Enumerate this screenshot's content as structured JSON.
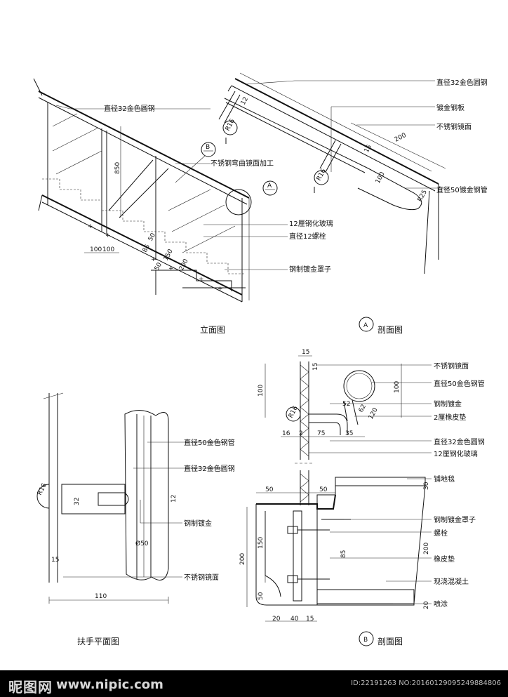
{
  "elevation": {
    "title": "立面图",
    "labels": {
      "rod32": "直径32金色圆钢",
      "mirror_bend": "不锈钢弯曲镜面加工",
      "glass12": "12厘钢化玻璃",
      "bolt12": "直径12螺栓",
      "cover": "钢制镀金罩子"
    },
    "callout_b": "B",
    "callout_a": "A",
    "dims": {
      "h850": "850",
      "d100a": "100",
      "d100b": "100",
      "d85": "85",
      "d50a": "50",
      "d150": "150",
      "d200": "200",
      "d50b": "50"
    }
  },
  "section_a": {
    "title": "剖面图",
    "marker": "A",
    "labels": {
      "rod32": "直径32金色圆钢",
      "plate": "镀金钢板",
      "mirror": "不锈钢镜面",
      "pipe50": "直径50镀金钢管"
    },
    "dims": {
      "d12": "12",
      "r16a": "R16",
      "r16b": "R16",
      "d200": "200",
      "d15": "15",
      "d100": "100",
      "r25": "R25"
    }
  },
  "plan": {
    "title": "扶手平面图",
    "labels": {
      "pipe50": "直径50金色钢管",
      "rod32": "直径32金色圆钢",
      "gilt": "钢制镀金",
      "mirror": "不锈钢镜面"
    },
    "dims": {
      "r16": "R16",
      "d32": "32",
      "d12": "12",
      "phi50": "Ø50",
      "d15": "15",
      "d110": "110"
    }
  },
  "section_b": {
    "title": "剖面图",
    "marker": "B",
    "labels": {
      "mirror": "不锈钢镜面",
      "pipe50": "直径50金色钢管",
      "gilt": "钢制镀金",
      "rubber2": "2厘橡皮垫",
      "rod32": "直径32金色圆钢",
      "glass12": "12厘钢化玻璃",
      "carpet": "铺地毯",
      "cover": "钢制镀金罩子",
      "bolt": "螺栓",
      "rubber": "橡皮垫",
      "concrete": "现浇混凝土",
      "spray": "喷涂"
    },
    "dims": {
      "t15a": "15",
      "t15b": "15",
      "v100a": "100",
      "v100b": "100",
      "r16": "R16",
      "d52": "52",
      "d62": "62",
      "d120": "120",
      "d16": "16",
      "d2": "2",
      "d75": "75",
      "d35": "35",
      "d50a": "50",
      "d50b": "50",
      "d30": "30",
      "d150": "150",
      "d200a": "200",
      "d200b": "200",
      "d85": "85",
      "d50c": "50",
      "d20a": "20",
      "d20b": "20",
      "d40": "40",
      "d15c": "15"
    }
  },
  "watermark": {
    "logo": "昵图网",
    "site": "www.nipic.com",
    "id": "ID:22191263 NO:20160129095249884806"
  }
}
